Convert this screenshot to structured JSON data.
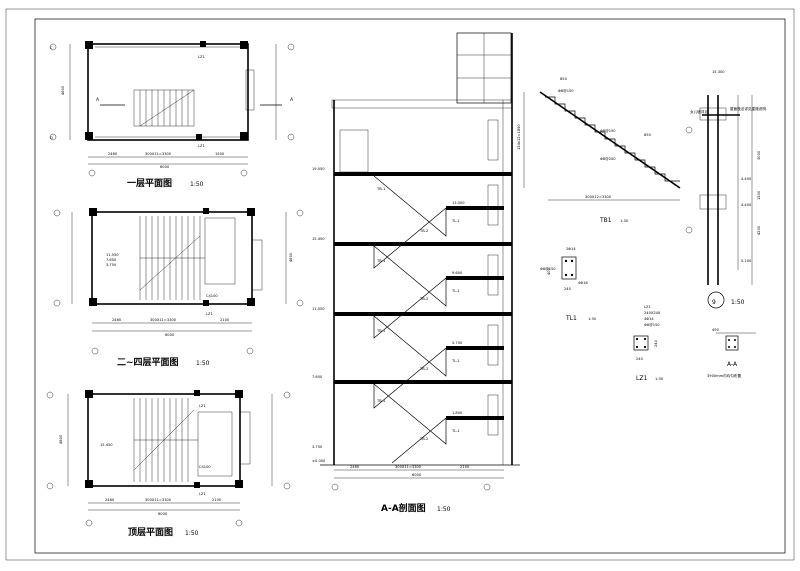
{
  "sheet": {
    "plans": [
      {
        "title": "一层平面图",
        "scale": "1:50",
        "stair_dim": "300X11=3300",
        "left_dim": "2460",
        "right_dim": "1500",
        "overall": "6000",
        "height": "4800",
        "section_mark": "A",
        "column_tag": "LZ1",
        "grid_top": [
          "C",
          "C"
        ],
        "grid_bottom": [
          "D",
          "D"
        ],
        "grid_left": [
          "10",
          "11"
        ]
      },
      {
        "title": "二~四层平面图",
        "scale": "1:50",
        "stair_dim": "300X11=3300",
        "left_dim": "2460",
        "right_dim": "2100",
        "overall": "6000",
        "height": "4800",
        "column_tag": "LZ1",
        "window_tag": "C4100",
        "levels": [
          "11.550",
          "7.650",
          "3.750"
        ]
      },
      {
        "title": "顶层平面图",
        "scale": "1:50",
        "stair_dim": "300X11=3300",
        "left_dim": "2460",
        "right_dim": "2100",
        "overall": "6000",
        "height": "4800",
        "column_tag": "LZ1",
        "window_tag": "C4100",
        "level": "15.450"
      }
    ],
    "section": {
      "title": "A-A剖面图",
      "scale": "1:50",
      "levels": [
        "19.050",
        "15.450",
        "11.550",
        "7.650",
        "3.750",
        "±0.000"
      ],
      "beam_tags": [
        "TB-1",
        "TB-2",
        "TL-1"
      ],
      "bottom_dims": [
        "2460",
        "300X11=3300",
        "2100"
      ],
      "overall": "6000",
      "landing_levels": [
        "13.500",
        "9.600",
        "5.700",
        "1.800"
      ]
    },
    "tb1": {
      "title": "TB1",
      "scale": "1:30",
      "top_dim": "850",
      "rebar_top": "Φ8@150",
      "rebar_mid": "Φ8@150",
      "rebar_bot": "Φ8@200",
      "height_dim": "154x12=1850",
      "run_dim": "300X12=3300",
      "end_dim": "850"
    },
    "tl1": {
      "title": "TL1",
      "scale": "1:30",
      "size": "240",
      "depth": "400",
      "rebar_top": "2Φ14",
      "rebar_bot": "4Φ16",
      "stirrup": "Φ6@150"
    },
    "lz1": {
      "title": "LZ1",
      "scale": "1:30",
      "spec": [
        "LZ1",
        "240X240",
        "4Φ14",
        "Φ6@150"
      ],
      "size": "240",
      "depth": "240"
    },
    "detail9": {
      "number": "9",
      "scale": "1:50",
      "top": "15.300",
      "note1": "女儿墙详见",
      "note2": "屋面做法详见建施说明",
      "levels": [
        "4.400",
        "4.400",
        "5.100"
      ],
      "dims": [
        "3000",
        "4200",
        "1500"
      ]
    },
    "aa": {
      "title": "A-A",
      "note": "3900mm内均匀布置",
      "dim": "490"
    }
  }
}
